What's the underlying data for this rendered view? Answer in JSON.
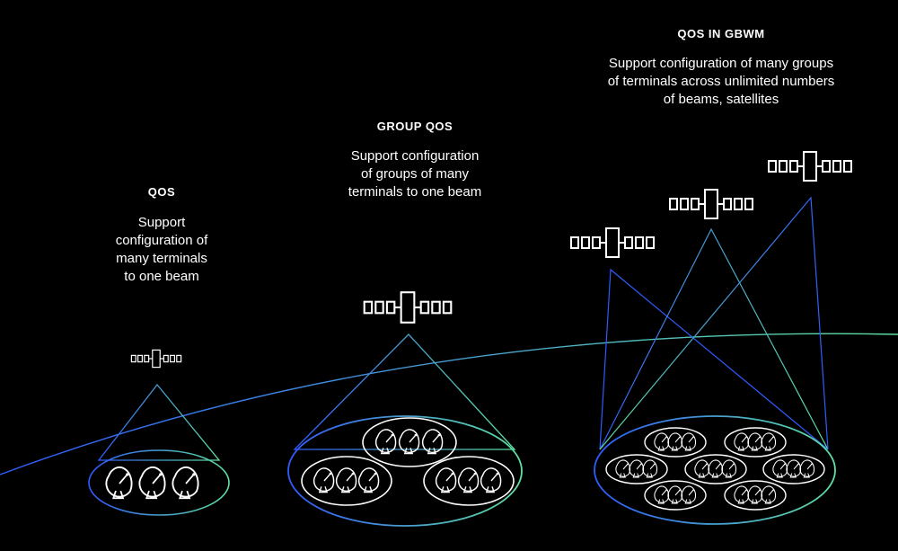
{
  "panels": {
    "qos": {
      "title": "QOS",
      "desc_lines": [
        "Support",
        "configuration of",
        "many terminals",
        "to one beam"
      ]
    },
    "group_qos": {
      "title": "GROUP QOS",
      "desc_lines": [
        "Support configuration",
        "of groups of many",
        "terminals to one beam"
      ]
    },
    "gbwm": {
      "title": "QOS IN GBWM",
      "desc_lines": [
        "Support configuration of many groups",
        "of terminals across unlimited numbers",
        "of beams, satellites"
      ]
    }
  },
  "colors": {
    "background": "#000000",
    "text": "#ffffff",
    "beam_blue": "#2f5bff",
    "beam_green": "#5fe0a0",
    "icon": "#ffffff"
  },
  "icons": {
    "satellite": "satellite-icon",
    "terminal": "satellite-dish-icon"
  }
}
